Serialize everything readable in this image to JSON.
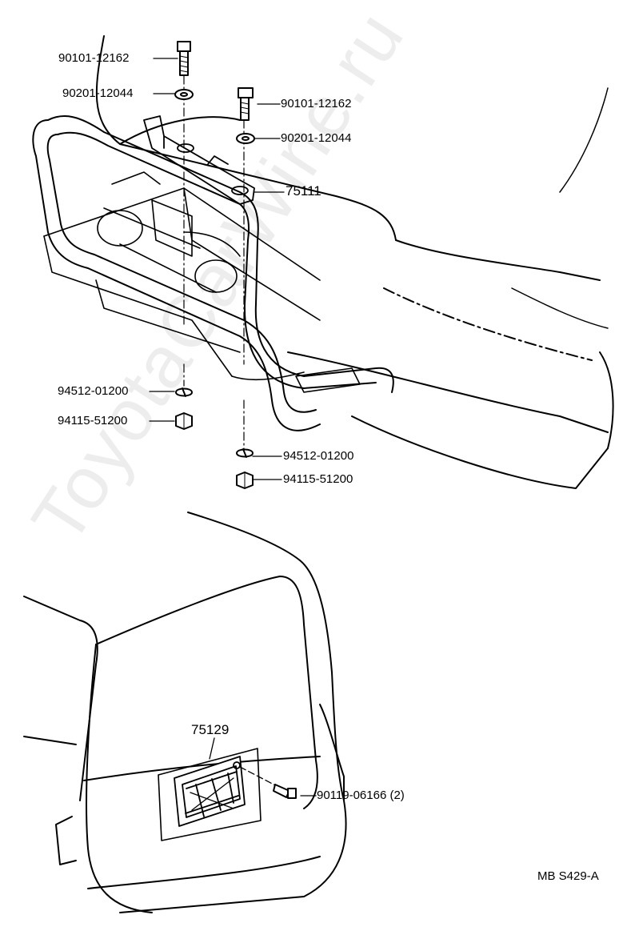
{
  "upper_assembly": {
    "callouts": [
      {
        "id": "bolt-top-left",
        "text": "90101-12162"
      },
      {
        "id": "washer-top-left",
        "text": "90201-12044"
      },
      {
        "id": "bolt-top-right",
        "text": "90101-12162"
      },
      {
        "id": "washer-top-right",
        "text": "90201-12044"
      },
      {
        "id": "bracket",
        "text": "75111"
      },
      {
        "id": "lockwasher-left",
        "text": "94512-01200"
      },
      {
        "id": "nut-left",
        "text": "94115-51200"
      },
      {
        "id": "lockwasher-right",
        "text": "94512-01200"
      },
      {
        "id": "nut-right",
        "text": "94115-51200"
      }
    ]
  },
  "lower_assembly": {
    "callouts": [
      {
        "id": "plate-bracket",
        "text": "75129"
      },
      {
        "id": "screw",
        "text": "90119-06166 (2)"
      }
    ]
  },
  "figure_code": "MB S429-A",
  "watermark": "ToyotaCarWine.ru",
  "colors": {
    "line": "#000000",
    "background": "#ffffff"
  }
}
